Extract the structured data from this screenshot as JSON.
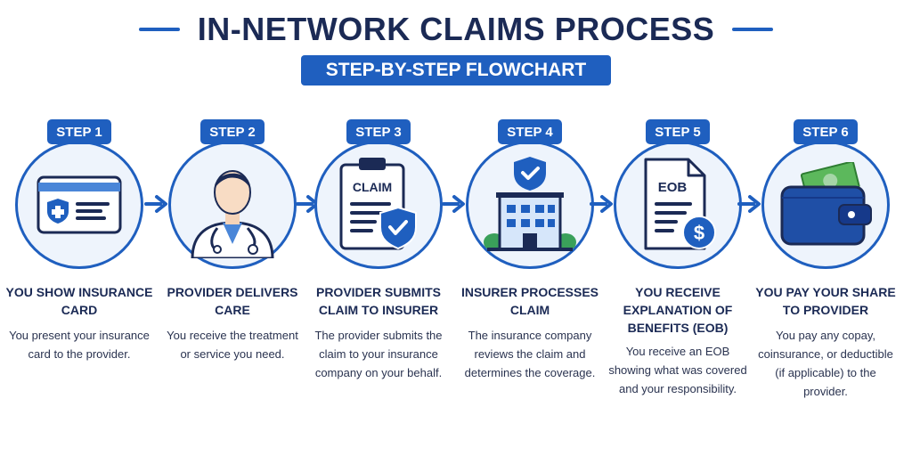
{
  "title": "IN-NETWORK CLAIMS PROCESS",
  "subtitle": "STEP-BY-STEP FLOWCHART",
  "colors": {
    "primary": "#1f5fbf",
    "dark": "#1b2a55",
    "circle_fill": "#eef4fc"
  },
  "steps": [
    {
      "badge": "STEP 1",
      "icon": "insurance-card-icon",
      "heading": "YOU SHOW INSURANCE CARD",
      "desc": "You present your insurance card to the provider."
    },
    {
      "badge": "STEP 2",
      "icon": "doctor-icon",
      "heading": "PROVIDER DELIVERS CARE",
      "desc": "You receive the treatment or service you need."
    },
    {
      "badge": "STEP 3",
      "icon": "claim-clipboard-icon",
      "heading": "PROVIDER SUBMITS CLAIM TO INSURER",
      "desc": "The provider submits the claim to your insurance company on your behalf.",
      "icon_label": "CLAIM"
    },
    {
      "badge": "STEP 4",
      "icon": "insurer-building-icon",
      "heading": "INSURER PROCESSES CLAIM",
      "desc": "The insurance company reviews the claim and determines the coverage."
    },
    {
      "badge": "STEP 5",
      "icon": "eob-document-icon",
      "heading": "YOU RECEIVE EXPLANATION OF BENEFITS (EOB)",
      "desc": "You receive an EOB showing what was covered and your responsibility.",
      "icon_label": "EOB"
    },
    {
      "badge": "STEP 6",
      "icon": "wallet-icon",
      "heading": "YOU PAY YOUR SHARE TO PROVIDER",
      "desc": "You pay any copay, coinsurance, or deductible (if applicable) to the provider."
    }
  ]
}
